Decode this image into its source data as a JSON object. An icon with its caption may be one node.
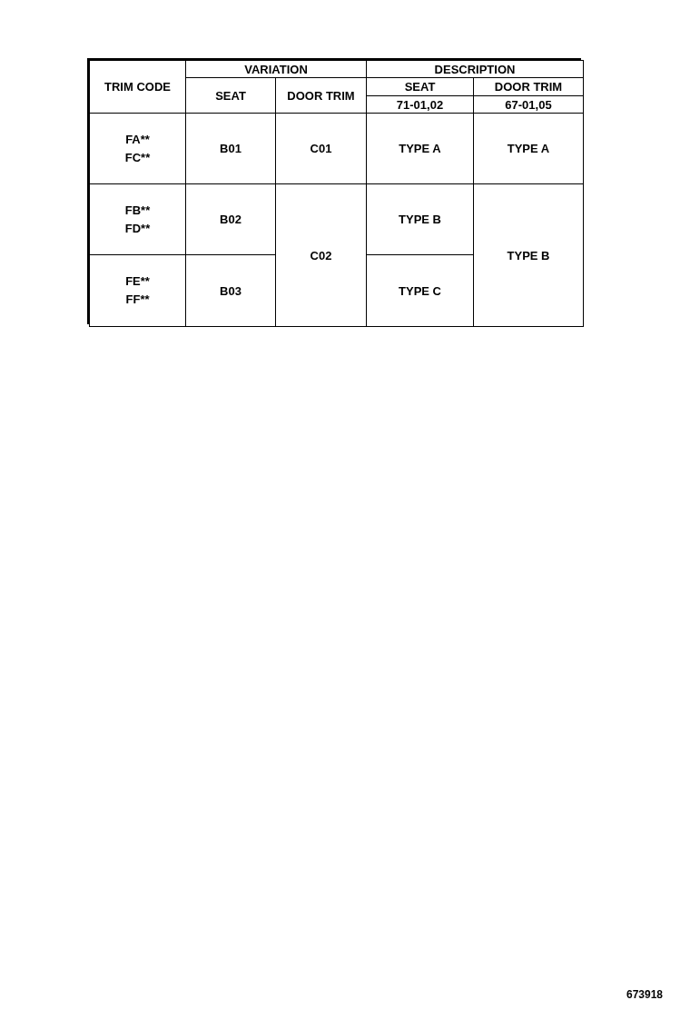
{
  "diagram": {
    "labels": [
      "TRIM CODE",
      "VARIATION",
      "DESCRIPTION",
      "SEAT",
      "DOOR TRIM",
      "SEAT",
      "DOOR TRIM",
      "71-01,02",
      "67-01,05",
      "FA** FC**",
      "B01",
      "C01",
      "TYPE A",
      "TYPE A",
      "FB** FD**",
      "B02",
      "C02",
      "TYPE B",
      "TYPE B",
      "FE** FF**",
      "B03",
      "TYPE C",
      "673918"
    ]
  }
}
